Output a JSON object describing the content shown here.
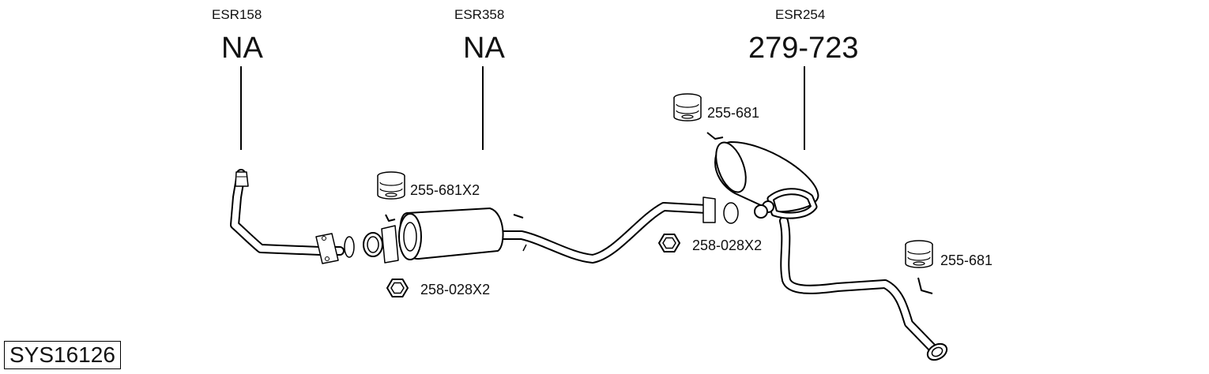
{
  "sections": [
    {
      "code": "ESR158",
      "part": "NA"
    },
    {
      "code": "ESR358",
      "part": "NA"
    },
    {
      "code": "ESR254",
      "part": "279-723"
    }
  ],
  "callouts": {
    "hanger_top": "255-681",
    "hanger_mid": "255-681X2",
    "nut_mid": "258-028X2",
    "nut_left": "258-028X2",
    "hanger_right": "255-681"
  },
  "system_id": "SYS16126"
}
